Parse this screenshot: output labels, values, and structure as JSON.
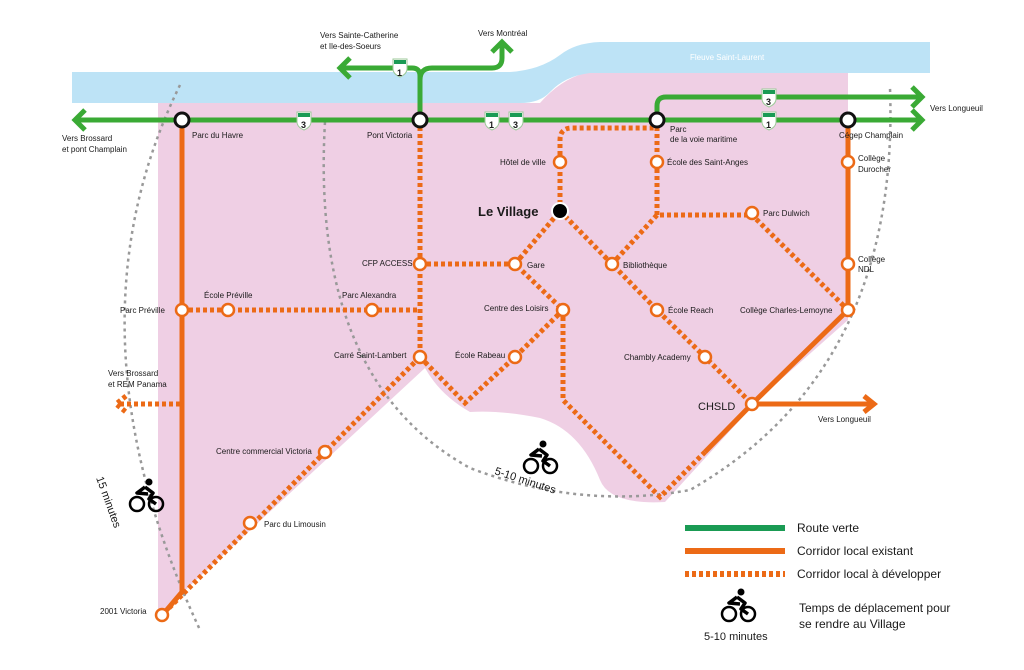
{
  "river": "Fleuve Saint-Laurent",
  "destinations": {
    "ste_catherine_1": "Vers Sainte-Catherine",
    "ste_catherine_2": "et Ile-des-Soeurs",
    "montreal": "Vers Montréal",
    "brossard_1": "Vers Brossard",
    "brossard_2": "et pont Champlain",
    "longueuil_top": "Vers Longueuil",
    "rem_1": "Vers Brossard",
    "rem_2": "et REM Panama",
    "longueuil_chsld": "Vers Longueuil"
  },
  "routes": {
    "r1": "1",
    "r3": "3"
  },
  "village": "Le Village",
  "stations": {
    "parc_havre": "Parc du Havre",
    "pont_victoria": "Pont Victoria",
    "voie_maritime_1": "Parc",
    "voie_maritime_2": "de la voie maritime",
    "cegep": "Cégep Champlain",
    "hotel_ville": "Hôtel de ville",
    "saint_anges": "École des Saint-Anges",
    "durocher_1": "Collège",
    "durocher_2": "Durocher",
    "dulwich": "Parc Dulwich",
    "cfp": "CFP ACCESS",
    "gare": "Gare",
    "bibliotheque": "Bibliothèque",
    "ndl_1": "Collège",
    "ndl_2": "NDL",
    "parc_preville": "Parc Préville",
    "ecole_preville": "École Préville",
    "alexandra": "Parc Alexandra",
    "loisirs": "Centre des Loisirs",
    "reach": "École Reach",
    "lemoyne": "Collège Charles-Lemoyne",
    "carre": "Carré Saint-Lambert",
    "rabeau": "École Rabeau",
    "chambly": "Chambly Academy",
    "chsld": "CHSLD",
    "centre_victoria": "Centre commercial Victoria",
    "limousin": "Parc du Limousin",
    "victoria_2001": "2001 Victoria"
  },
  "isochrones": {
    "min15": "15 minutes",
    "min5_10": "5-10 minutes"
  },
  "legend": {
    "route_verte": "Route verte",
    "existant": "Corridor local existant",
    "developper": "Corridor local à développer",
    "temps_1": "Temps de déplacement pour",
    "temps_2": "se rendre au Village",
    "bike_caption": "5-10 minutes"
  },
  "colors": {
    "green": "#3aaa35",
    "orange": "#ec6a16",
    "pink": "#efcfe4",
    "river": "#bde3f6"
  }
}
